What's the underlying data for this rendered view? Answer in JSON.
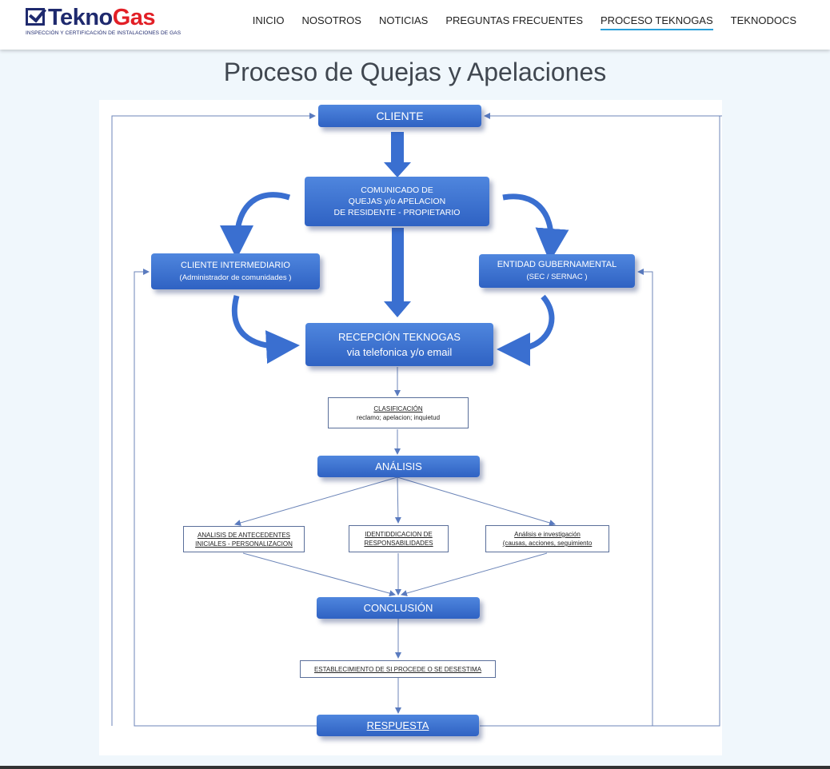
{
  "logo": {
    "name_part1": "Tekno",
    "name_part2": "Gas",
    "tagline": "INSPECCIÓN Y CERTIFICACIÓN DE INSTALACIONES DE GAS"
  },
  "nav": {
    "items": [
      {
        "label": "INICIO",
        "active": false
      },
      {
        "label": "NOSOTROS",
        "active": false
      },
      {
        "label": "NOTICIAS",
        "active": false
      },
      {
        "label": "PREGUNTAS FRECUENTES",
        "active": false
      },
      {
        "label": "PROCESO TEKNOGAS",
        "active": true
      },
      {
        "label": "TEKNODOCS",
        "active": false
      }
    ]
  },
  "page": {
    "title": "Proceso de Quejas y Apelaciones"
  },
  "diagram": {
    "cliente": "CLIENTE",
    "comunicado": [
      "COMUNICADO DE",
      "QUEJAS y/o APELACION",
      "DE RESIDENTE - PROPIETARIO"
    ],
    "intermediario": [
      "CLIENTE INTERMEDIARIO",
      "(Administrador de comunidades )"
    ],
    "entidad": [
      "ENTIDAD GUBERNAMENTAL",
      "(SEC / SERNAC )"
    ],
    "recepcion": [
      "RECEPCIÓN TEKNOGAS",
      "via telefonica y/o email"
    ],
    "clasificacion": [
      "CLASIFICACIÓN",
      "reclamo; apelacion; inquietud"
    ],
    "analisis": "ANÁLISIS",
    "antecedentes": [
      "ANALISIS DE ANTECEDENTES",
      "INICIALES - PERSONALIZACION"
    ],
    "identificacion": [
      "IDENTIDDICACION DE",
      "RESPONSABILIDADES"
    ],
    "investigacion": [
      "Análisis e investigación",
      "(causas, acciones, seguimiento"
    ],
    "conclusion": "CONCLUSIÓN",
    "establecimiento": "ESTABLECIMIENTO DE SI PROCEDE O SE DESESTIMA",
    "respuesta": "RESPUESTA"
  },
  "colors": {
    "node_blue": "#3a6fd0",
    "accent": "#2a9fd8",
    "logo_navy": "#1f2a6e",
    "logo_red": "#e21f26"
  }
}
